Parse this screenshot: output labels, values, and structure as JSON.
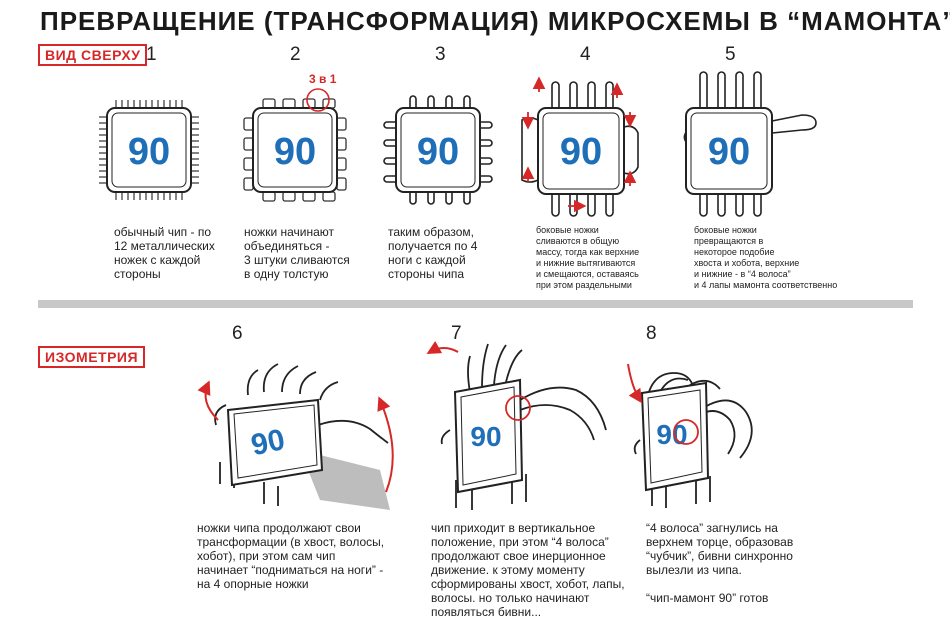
{
  "title": "ПРЕВРАЩЕНИЕ (ТРАНСФОРМАЦИЯ) МИКРОСХЕМЫ В “МАМОНТА”",
  "sections": {
    "top": "ВИД СВЕРХУ",
    "iso": "ИЗОМЕТРИЯ"
  },
  "chip_label": "90",
  "merge_note": "3 в 1",
  "colors": {
    "accent": "#d62828",
    "chip_blue": "#1f6fb8",
    "divider": "#c8c8c8"
  },
  "steps": [
    {
      "num": "1",
      "caption": "обычный чип - по\n12 металлических\nножек с каждой\nстороны"
    },
    {
      "num": "2",
      "caption": "ножки начинают\nобъединяться -\n3 штуки сливаются\nв одну толстую"
    },
    {
      "num": "3",
      "caption": "таким образом,\nполучается по 4\nноги с каждой\nстороны чипа"
    },
    {
      "num": "4",
      "caption": "боковые ножки\nсливаются в общую\nмассу, тогда как верхние\nи нижние вытягиваются\nи смещаются, оставаясь\nпри этом раздельными"
    },
    {
      "num": "5",
      "caption": "боковые ножки\nпревращаются в\nнекоторое подобие\nхвоста и хобота, верхние\nи нижние - в “4 волоса”\nи 4 лапы мамонта соответственно"
    },
    {
      "num": "6",
      "caption": "ножки чипа продолжают свои\nтрансформации (в хвост, волосы,\nхобот), при этом сам чип\nначинает “подниматься на ноги” -\nна 4 опорные ножки"
    },
    {
      "num": "7",
      "caption": "чип приходит в вертикальное\nположение, при этом “4 волоса”\nпродолжают свое инерционное\nдвижение. к этому моменту\nсформированы хвост, хобот, лапы,\nволосы. но только начинают\nпоявляться бивни..."
    },
    {
      "num": "8",
      "caption": "“4 волоса” загнулись на\nверхнем торце, образовав\n“чубчик”, бивни синхронно\nвылезли из чипа.\n\n“чип-мамонт 90” готов"
    }
  ]
}
